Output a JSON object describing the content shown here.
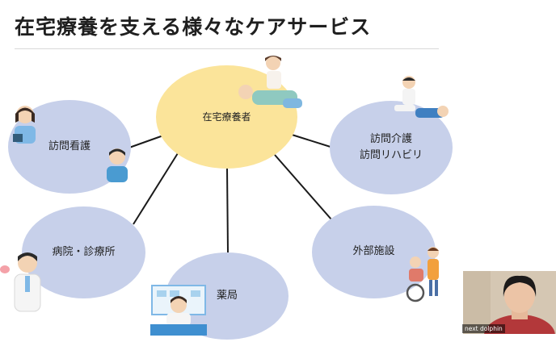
{
  "slide": {
    "title": "在宅療養を支える様々なケアサービス",
    "center_label": "在宅療養者",
    "nodes": {
      "visiting_nursing": "訪問看護",
      "visiting_care_line1": "訪問介護",
      "visiting_care_line2": "訪問リハビリ",
      "hospital": "病院・診療所",
      "pharmacy": "薬局",
      "outside_facility": "外部施設"
    }
  },
  "video": {
    "participant_name": "next dolphin"
  },
  "colors": {
    "center_bubble": "#fbe49a",
    "satellite_bubble": "#c7d0ea",
    "title_text": "#1f1f1f"
  }
}
